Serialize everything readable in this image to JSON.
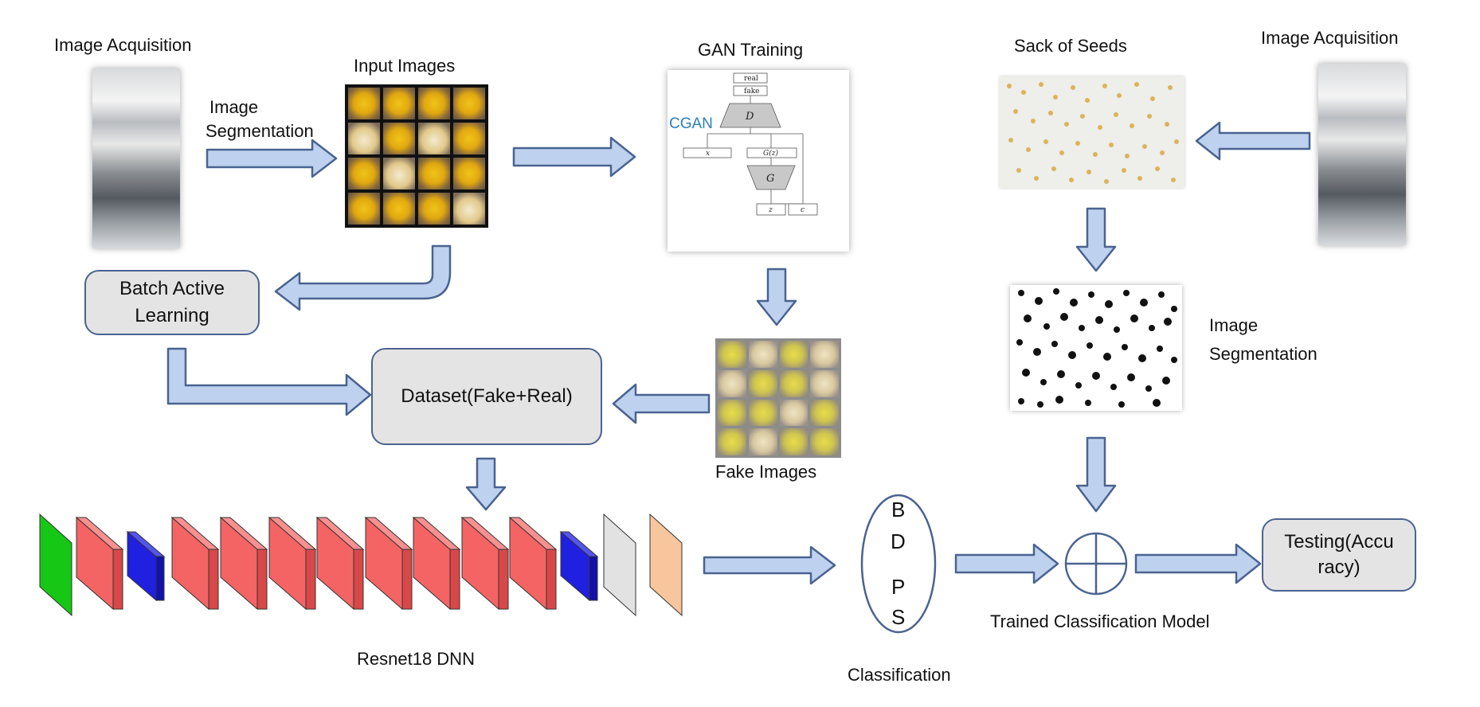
{
  "labels": {
    "image_acquisition_left": "Image Acquisition",
    "image_segmentation_left_1": "Image",
    "image_segmentation_left_2": "Segmentation",
    "input_images": "Input Images",
    "gan_training": "GAN Training",
    "cgan": "CGAN",
    "sack_of_seeds": "Sack of Seeds",
    "image_acquisition_right": "Image Acquisition",
    "image_segmentation_right_1": "Image",
    "image_segmentation_right_2": "Segmentation",
    "fake_images": "Fake Images",
    "resnet18": "Resnet18 DNN",
    "classification": "Classification",
    "trained_model": "Trained Classification Model"
  },
  "boxes": {
    "batch_active_learning": "Batch Active Learning",
    "dataset": "Dataset(Fake+Real)",
    "testing": "Testing(Accuracy)",
    "testing_line1": "Testing(Accu",
    "testing_line2": "racy)"
  },
  "classification_letters": [
    "B",
    "D",
    "P",
    "S"
  ],
  "gan_diagram": {
    "real": "real",
    "fake": "fake",
    "discriminator": "D",
    "x": "x",
    "g_of_z": "G(z)",
    "generator": "G",
    "z": "z",
    "c": "c"
  },
  "colors": {
    "arrow_fill": "#bed2ef",
    "arrow_stroke": "#4a6390",
    "box_fill": "#e4e4e4",
    "layer_green": "#16c716",
    "layer_red": "#f46464",
    "layer_blue": "#2020e0",
    "layer_gray": "#e2e2e2",
    "layer_peach": "#f7c69c",
    "cgan_label": "#2d7fb8"
  }
}
